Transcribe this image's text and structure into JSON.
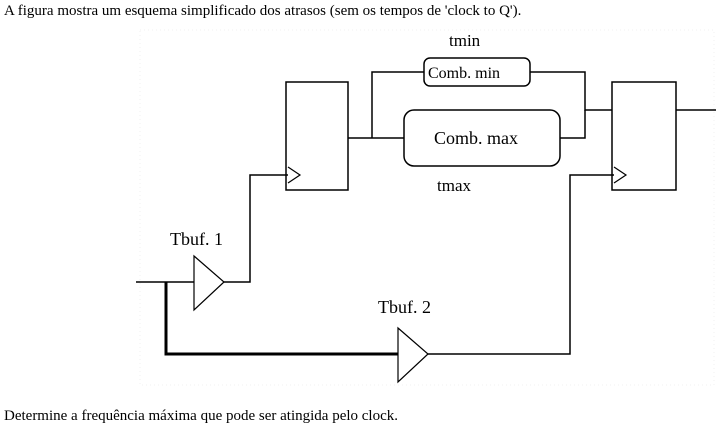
{
  "intro_text": "A figura mostra um esquema simplificado dos atrasos (sem os tempos de 'clock to Q').",
  "question_text": "Determine a frequência máxima que pode ser atingida pelo clock.",
  "diagram": {
    "tmin_label": "tmin",
    "comb_min_label": "Comb. min",
    "comb_max_label": "Comb. max",
    "tmax_label": "tmax",
    "tbuf1_label": "Tbuf. 1",
    "tbuf2_label": "Tbuf. 2"
  }
}
